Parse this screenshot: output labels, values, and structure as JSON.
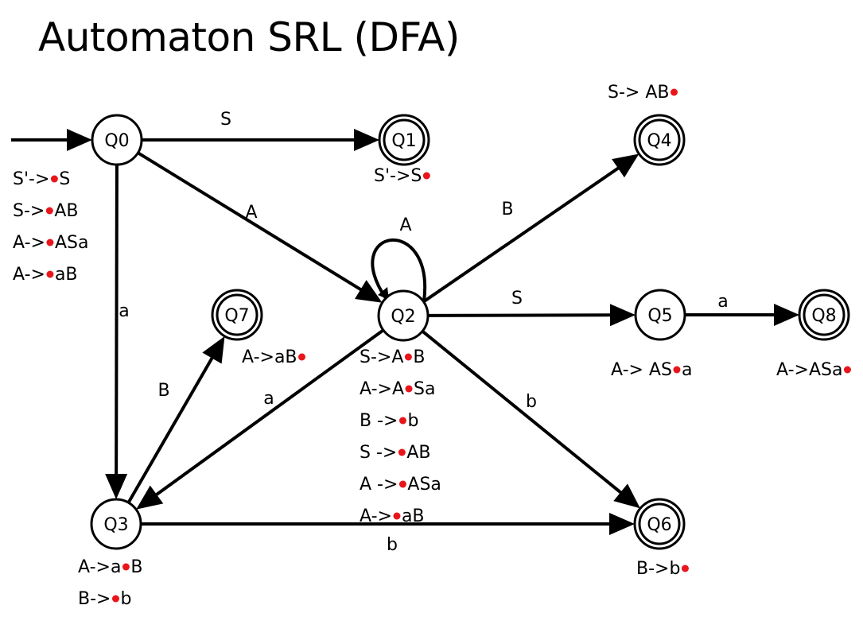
{
  "title": "Automaton SRL (DFA)",
  "colors": {
    "dot": "#e8161b",
    "ink": "#000000"
  },
  "states": [
    {
      "id": "Q0",
      "accepting": false,
      "start": true,
      "items": [
        [
          "S'->",
          "S"
        ],
        [
          "S-> ",
          "AB"
        ],
        [
          "A->",
          "ASa"
        ],
        [
          "A->",
          "aB"
        ]
      ]
    },
    {
      "id": "Q1",
      "accepting": true,
      "items": [
        [
          "S'->S",
          ""
        ]
      ]
    },
    {
      "id": "Q2",
      "accepting": false,
      "items": [
        [
          "S->A",
          "B"
        ],
        [
          "A->A",
          "Sa"
        ],
        [
          "B ->",
          "b"
        ],
        [
          "S ->",
          "AB"
        ],
        [
          "A ->",
          "ASa"
        ],
        [
          "A->",
          "aB"
        ]
      ]
    },
    {
      "id": "Q3",
      "accepting": false,
      "items": [
        [
          "A->a",
          "B"
        ],
        [
          "B->",
          "b"
        ]
      ]
    },
    {
      "id": "Q4",
      "accepting": true,
      "items": [
        [
          "S-> AB",
          ""
        ]
      ]
    },
    {
      "id": "Q5",
      "accepting": false,
      "items": [
        [
          "A-> AS",
          "a"
        ]
      ]
    },
    {
      "id": "Q6",
      "accepting": true,
      "items": [
        [
          "B->b",
          ""
        ]
      ]
    },
    {
      "id": "Q7",
      "accepting": true,
      "items": [
        [
          "A->aB",
          ""
        ]
      ]
    },
    {
      "id": "Q8",
      "accepting": true,
      "items": [
        [
          "A->ASa",
          ""
        ]
      ]
    }
  ],
  "transitions": [
    {
      "from": "Q0",
      "to": "Q1",
      "label": "S"
    },
    {
      "from": "Q0",
      "to": "Q2",
      "label": "A"
    },
    {
      "from": "Q0",
      "to": "Q3",
      "label": "a"
    },
    {
      "from": "Q2",
      "to": "Q2",
      "label": "A"
    },
    {
      "from": "Q2",
      "to": "Q4",
      "label": "B"
    },
    {
      "from": "Q2",
      "to": "Q5",
      "label": "S"
    },
    {
      "from": "Q2",
      "to": "Q3",
      "label": "a"
    },
    {
      "from": "Q2",
      "to": "Q6",
      "label": "b"
    },
    {
      "from": "Q3",
      "to": "Q7",
      "label": "B"
    },
    {
      "from": "Q3",
      "to": "Q6",
      "label": "b"
    },
    {
      "from": "Q5",
      "to": "Q8",
      "label": "a"
    }
  ]
}
